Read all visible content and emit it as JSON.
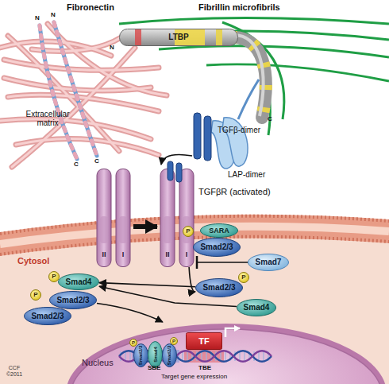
{
  "diagram": {
    "nodes": [
      {
        "text": [
          "LTBP"
        ]
      },
      {
        "text": [
          "II",
          "I"
        ]
      },
      {
        "text": [
          "TGFβR (activated)",
          "II",
          "I"
        ]
      },
      {
        "text": [
          "SARA"
        ]
      },
      {
        "text": [
          "Smad2/3"
        ]
      },
      {
        "text": [
          "P"
        ]
      },
      {
        "text": [
          "Smad7"
        ]
      },
      {
        "text": [
          "Smad2/3"
        ]
      },
      {
        "text": [
          "P"
        ]
      },
      {
        "text": [
          "Smad4"
        ]
      },
      {
        "text": [
          "P"
        ]
      },
      {
        "text": [
          "Smad4"
        ]
      },
      {
        "text": [
          "P"
        ]
      },
      {
        "text": [
          "Smad2/3"
        ]
      },
      {
        "text": [
          "Smad2/3"
        ]
      },
      {
        "text": [
          "Nucleus"
        ]
      },
      {
        "text": [
          "P"
        ],
        "in": 15
      },
      {
        "text": [
          "Smad2/3"
        ],
        "in": 15
      },
      {
        "text": [
          "Smad4"
        ],
        "in": 15
      },
      {
        "text": [
          "Smad2/3"
        ],
        "in": 15
      },
      {
        "text": [
          "P"
        ],
        "in": 15
      },
      {
        "text": [
          "TF"
        ],
        "in": 15
      }
    ],
    "edges": [
      {
        "from": 1,
        "to": 2,
        "arrow": "to"
      },
      {
        "from": 6,
        "to": 2,
        "arrow": "to"
      },
      {
        "from": 2,
        "to": 7,
        "arrow": "to"
      },
      {
        "from": 7,
        "to": 11,
        "arrow": "to"
      },
      {
        "from": 9,
        "to": 11,
        "arrow": "to"
      },
      {
        "from": 13,
        "to": 15,
        "arrow": "to"
      }
    ],
    "labels": [
      "Fibronectin",
      "Fibrillin microfibrils",
      "N",
      "N",
      "N",
      "Extracellular matrix",
      "TGFβ-dimer",
      "C",
      "C",
      "C",
      "LAP-dimer",
      "Cytosol",
      "SBE",
      "TBE",
      "Target gene expression",
      "CCF ©2011"
    ]
  }
}
